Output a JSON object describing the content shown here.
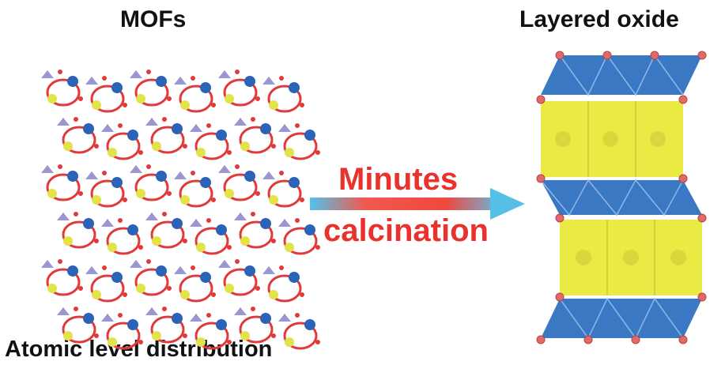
{
  "labels": {
    "left_title": "MOFs",
    "right_title": "Layered oxide",
    "caption": "Atomic level distribution",
    "arrow_line1": "Minutes",
    "arrow_line2": "calcination"
  },
  "colors": {
    "arrow_text": "#e8322b",
    "octahedra_blue": "#3b78c4",
    "prism_yellow": "#eaea45",
    "oxygen_red": "#e03a3a",
    "metal_blue": "#2a63b8",
    "metal_yellow": "#e4e44a",
    "linker_purple": "#8a84c8"
  }
}
